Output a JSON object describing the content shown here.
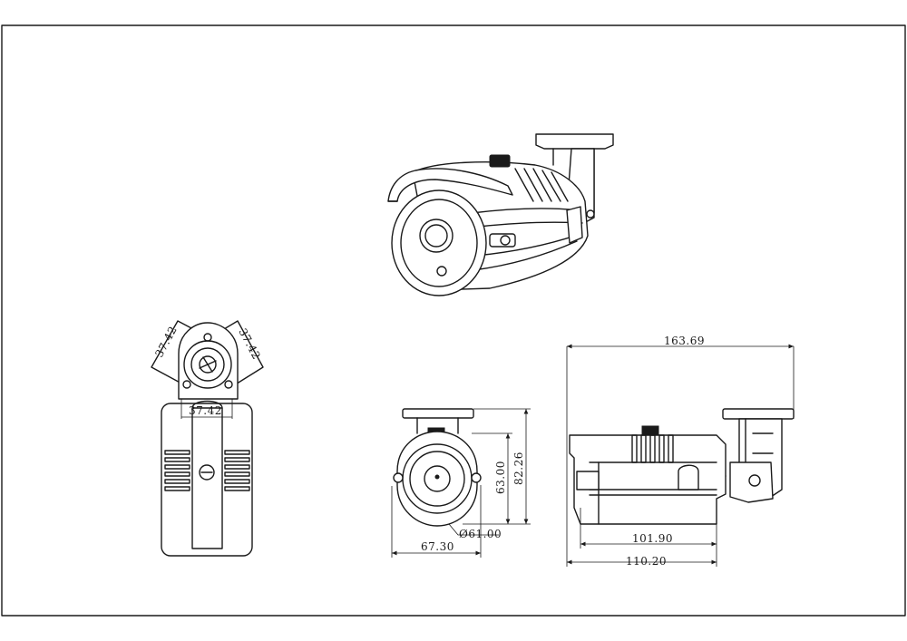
{
  "dimensions": {
    "side_top_left": "37.42",
    "side_top_right": "37.42",
    "side_width": "37.42",
    "front_height_outer": "82.26",
    "front_height_inner": "63.00",
    "front_diameter": "Ø61.00",
    "front_width": "67.30",
    "total_length": "163.69",
    "body_length": "101.90",
    "housing_length": "110.20"
  },
  "colors": {
    "line": "#1a1a1a",
    "background": "#ffffff"
  }
}
